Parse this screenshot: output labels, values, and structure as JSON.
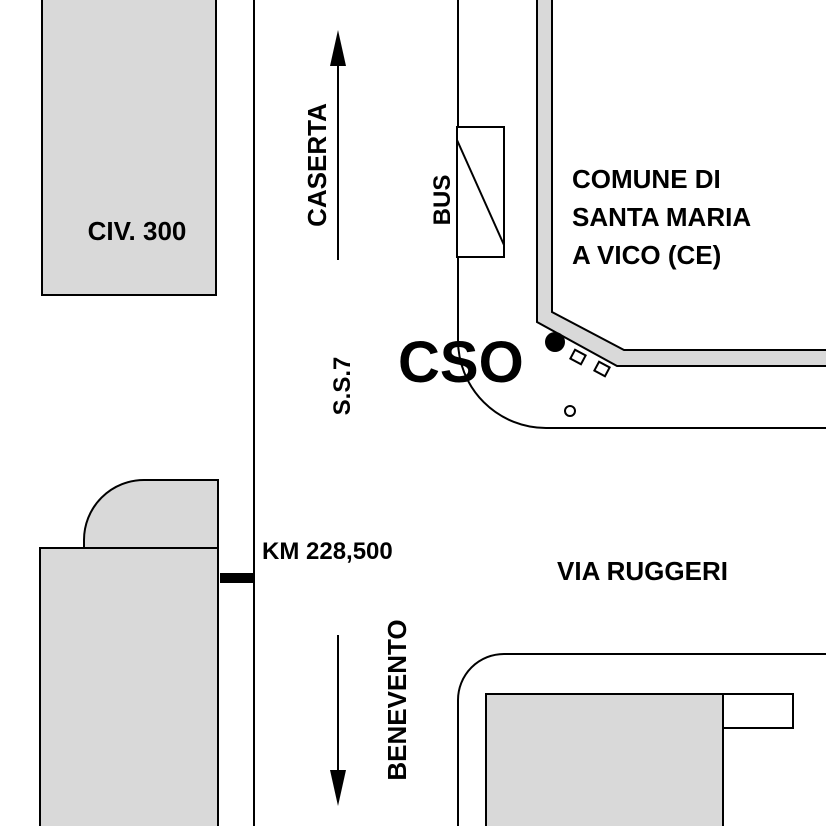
{
  "labels": {
    "caserta": "CASERTA",
    "bus": "BUS",
    "comune_line1": "COMUNE DI",
    "comune_line2": "SANTA MARIA",
    "comune_line3": "A VICO (CE)",
    "civic_number": "CIV. 300",
    "cso": "CSO",
    "road": "S.S.7",
    "km_marker": "KM 228,500",
    "street": "VIA RUGGERI",
    "benevento": "BENEVENTO"
  },
  "colors": {
    "building_fill": "#d9d9d9",
    "line": "#000000",
    "background": "#ffffff"
  }
}
